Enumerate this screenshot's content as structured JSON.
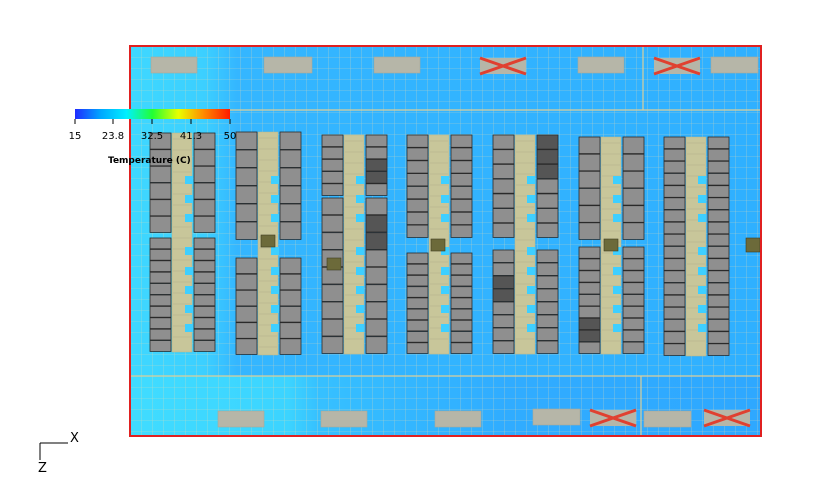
{
  "legend": {
    "title": "Temperature (C)",
    "ticks": [
      "15",
      "23.8",
      "32.5",
      "41.3",
      "50"
    ],
    "colors": [
      "#1f2bff",
      "#00a8ff",
      "#00f0ff",
      "#22ff33",
      "#e8ff00",
      "#ff8800",
      "#ff1a00"
    ]
  },
  "axes": {
    "x_label": "X",
    "z_label": "Z"
  },
  "colors": {
    "floor": "#33b4ff",
    "floor_cold": "#3ee0ff",
    "grid": "#e8d8a0",
    "boundary": "#e02020",
    "cabinet": "#8f8f8f",
    "cabinet_dark": "#555555",
    "cabinet_olive": "#6c6a3a",
    "aisle": "#c8c69a",
    "crac": "#b6b6a8",
    "vent_cold": "#3ecfff",
    "blocked_x": "#e04030"
  }
}
